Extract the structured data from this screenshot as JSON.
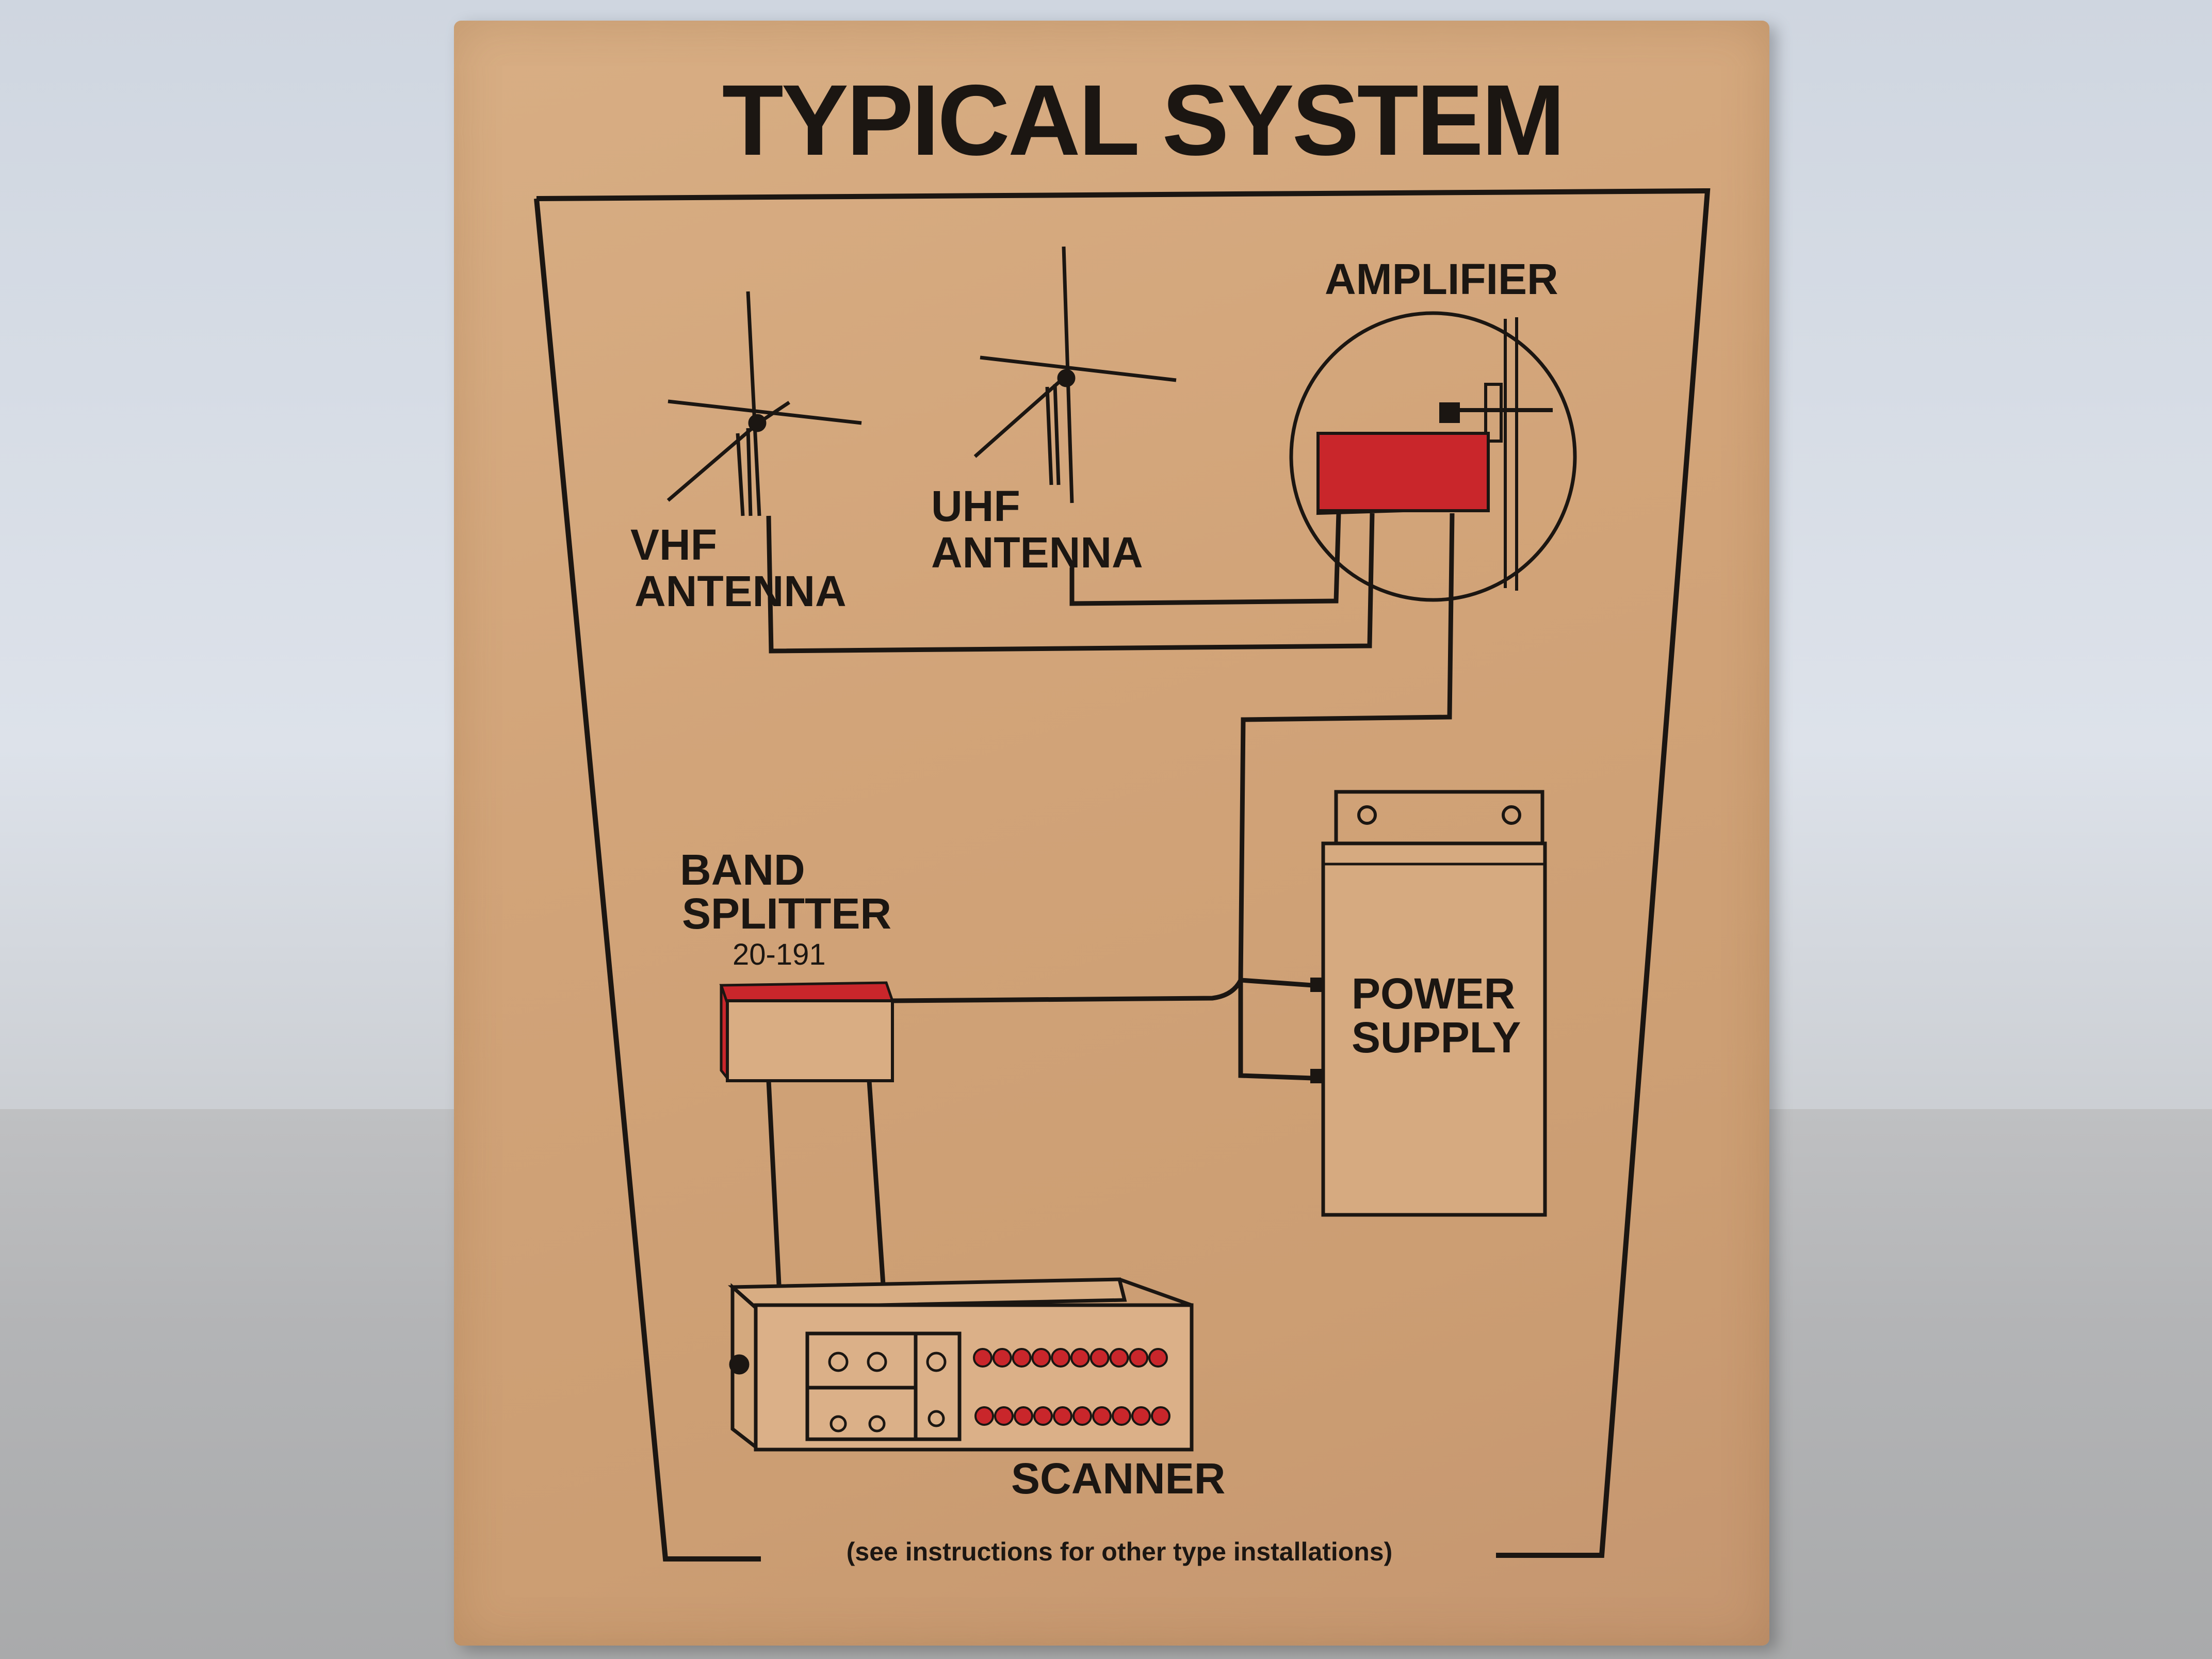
{
  "diagram": {
    "title": "TYPICAL SYSTEM",
    "labels": {
      "vhf_antenna": [
        "VHF",
        "ANTENNA"
      ],
      "uhf_antenna": [
        "UHF",
        "ANTENNA"
      ],
      "amplifier": "AMPLIFIER",
      "band_splitter": [
        "BAND",
        "SPLITTER"
      ],
      "band_splitter_model": "20-191",
      "power_supply": [
        "POWER",
        "SUPPLY"
      ],
      "scanner": "SCANNER"
    },
    "footnote": "(see instructions for other type installations)",
    "colors": {
      "box": "#d2a479",
      "ink": "#1b1612",
      "accent_red": "#c9262b"
    }
  }
}
